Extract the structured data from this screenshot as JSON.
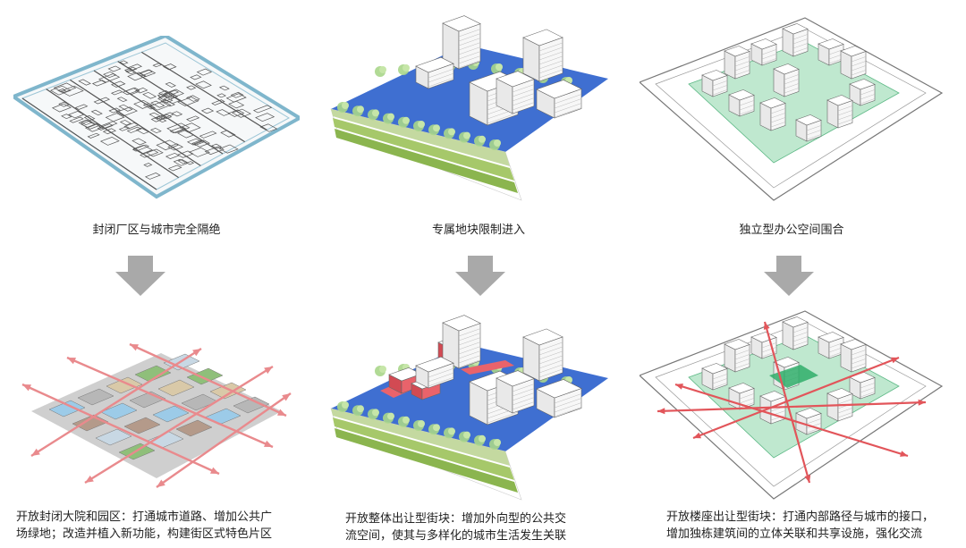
{
  "columns": [
    {
      "top_caption": "封闭厂区与城市完全隔绝",
      "bottom_lines": [
        "开放封闭大院和园区：打通城市道路、增加公共广",
        "场绿地；改造并植入新功能，构建街区式特色片区"
      ]
    },
    {
      "top_caption": "专属地块限制进入",
      "bottom_lines": [
        "开放整体出让型街块：增加外向型的公共交",
        "流空间，使其与多样化的城市生活发生关联"
      ]
    },
    {
      "top_caption": "独立型办公空间围合",
      "bottom_lines": [
        "开放楼座出让型街块：打通内部路径与城市的接口，",
        "增加独栋建筑间的立体关联和共享设施，强化交流"
      ]
    }
  ],
  "colors": {
    "arrow_gray": "#a9a9a9",
    "water_blue": "#3f6fd1",
    "open_red": "#e9636b",
    "courtyard_green": "#2fae6a",
    "lawn_green": "#a6c86a",
    "flow_arrow_red": "#e2555a"
  }
}
